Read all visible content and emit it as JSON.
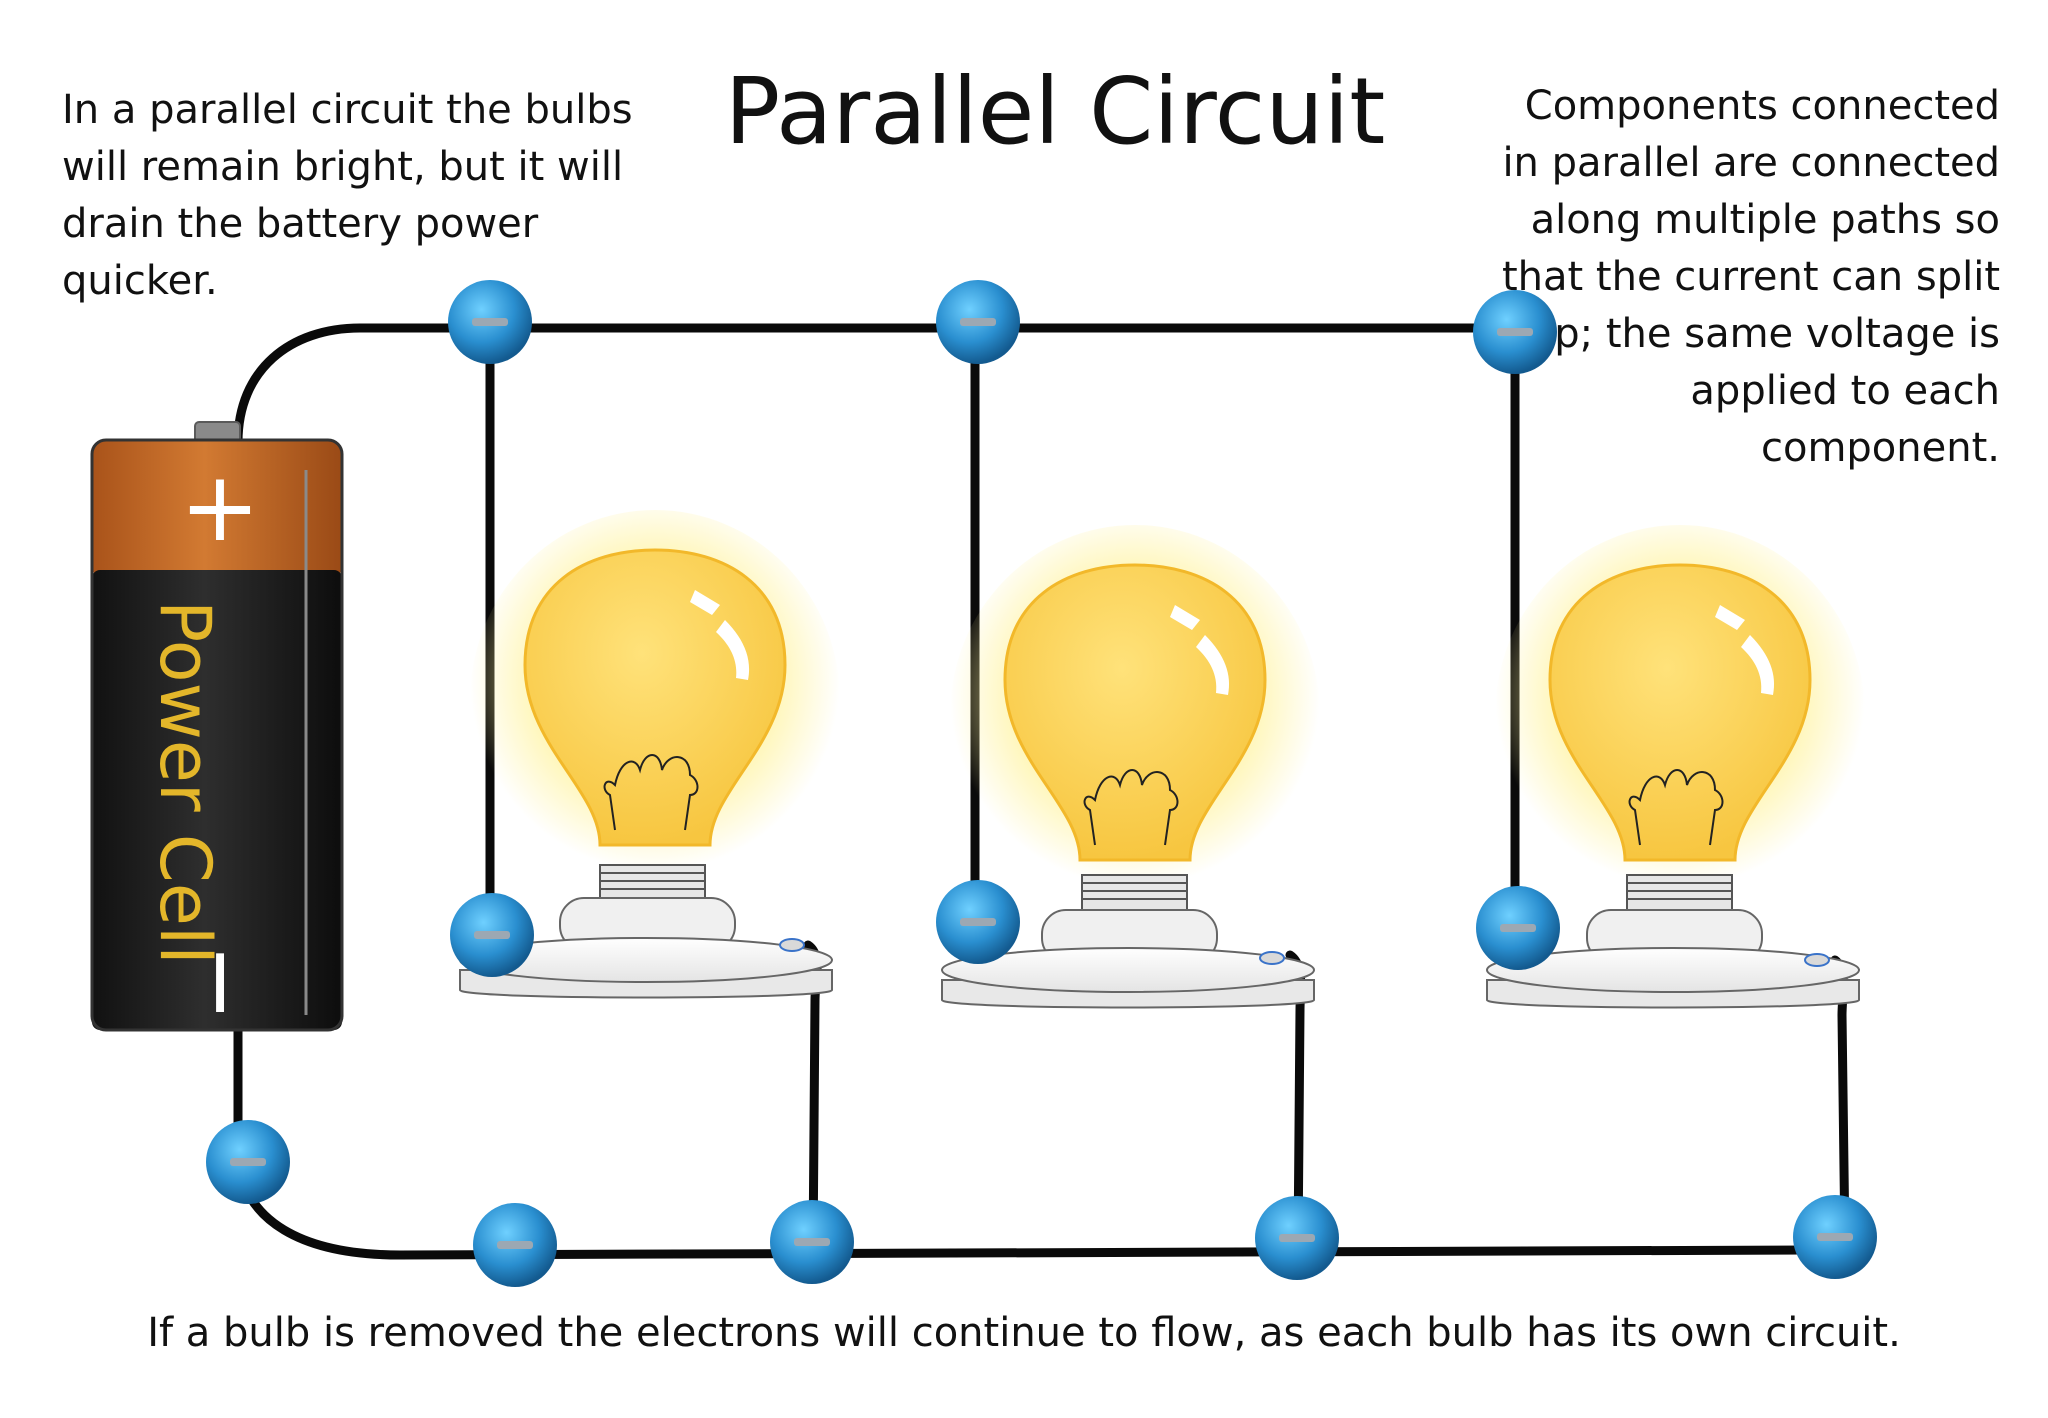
{
  "title": "Parallel Circuit",
  "left_note": "In a parallel circuit the bulbs will remain bright, but it will drain the battery power quicker.",
  "right_note": "Components connected in parallel are connected along multiple paths so that the current can split up; the same voltage is applied to each component.",
  "bottom_note": "If a bulb is removed the electrons will continue to flow, as each bulb has its own circuit.",
  "battery": {
    "label": "Power Cell",
    "positive": "+",
    "negative": "I"
  },
  "electron_symbol": "−",
  "colors": {
    "wire": "#0a0a0a",
    "electron": "#2a8fd0",
    "bulb_glass": "#ffd24a",
    "battery_top": "#c4651e",
    "battery_body": "#1f1f1f",
    "battery_label": "#e3b62a"
  },
  "icons": [
    "battery-icon",
    "light-bulb-icon",
    "electron-icon"
  ]
}
